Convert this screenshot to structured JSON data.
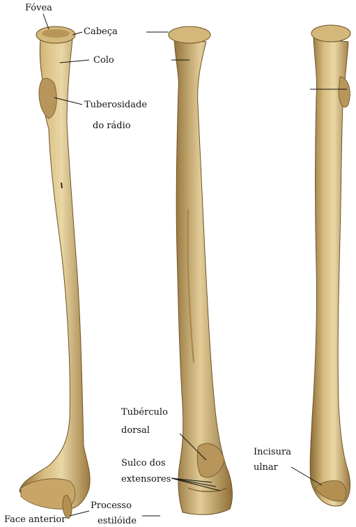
{
  "figure": {
    "background": "#ffffff",
    "bone_fill": "#c9a86a",
    "bone_shadow": "#8a6a35",
    "bone_highlight": "#e9d7a6",
    "leader_color": "#111111",
    "views": [
      "anterior",
      "posterior",
      "medial"
    ]
  },
  "labels": {
    "fovea": "Fóvea",
    "cabeca": "Cabeça",
    "colo": "Colo",
    "tuberosidade_l1": "Tuberosidade",
    "tuberosidade_l2": "do rádio",
    "tuberculo_l1": "Tubérculo",
    "tuberculo_l2": "dorsal",
    "sulco_l1": "Sulco dos",
    "sulco_l2": "extensores",
    "incisura_l1": "Incisura",
    "incisura_l2": "ulnar",
    "processo_l1": "Processo",
    "processo_l2": "estilóide",
    "face_anterior": "Face anterior"
  }
}
